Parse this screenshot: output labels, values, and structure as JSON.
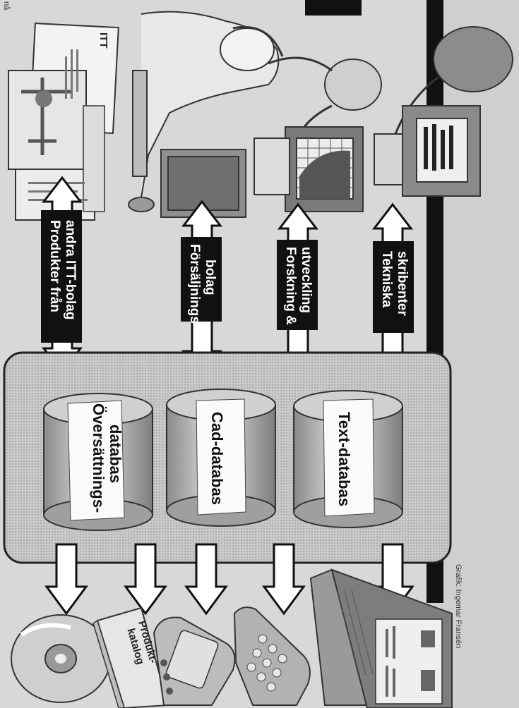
{
  "top_left_fragment": "nå",
  "credit": "Grafik: Ingemar Fransén",
  "source_labels": [
    {
      "line1": "Produkter från",
      "line2": "andra ITT-bolag"
    },
    {
      "line1": "Försäljnings-",
      "line2": "bolag"
    },
    {
      "line1": "Forskning &",
      "line2": "utveckling"
    },
    {
      "line1": "Tekniska",
      "line2": "skribenter"
    }
  ],
  "databases": [
    {
      "line1": "Översättnings-",
      "line2": "databas"
    },
    {
      "line1": "Cad-databas",
      "line2": ""
    },
    {
      "line1": "Text-databas",
      "line2": ""
    }
  ],
  "outputs": [
    {
      "label": "Produkt-",
      "label2": "katalog"
    }
  ],
  "brochure_logo": "ITT",
  "colors": {
    "paper": "#d8d8d8",
    "ink": "#111111",
    "shade": "#9a9a9a",
    "light": "#e9e9e9"
  }
}
